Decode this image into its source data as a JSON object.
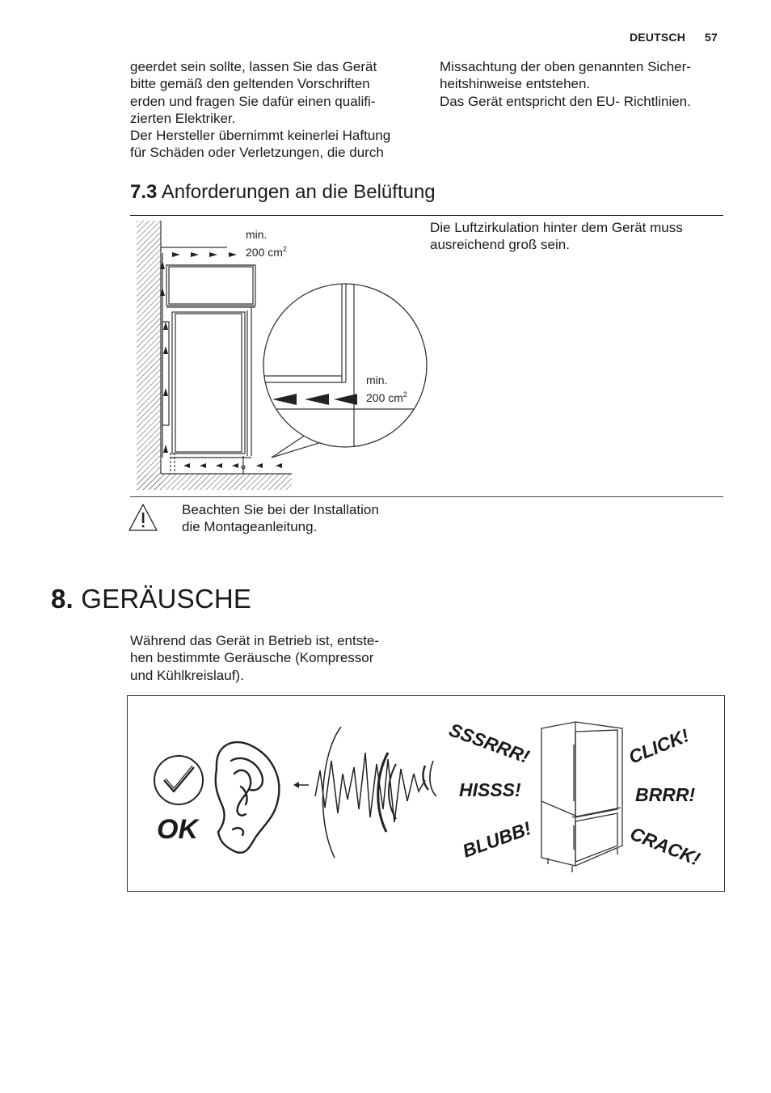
{
  "header": {
    "language": "DEUTSCH",
    "page_number": "57"
  },
  "intro": {
    "left_lines": [
      "geerdet sein sollte, lassen Sie das Gerät",
      "bitte gemäß den geltenden Vorschriften",
      "erden und fragen Sie dafür einen qualifi-",
      "zierten Elektriker.",
      "Der Hersteller übernimmt keinerlei Haftung",
      "für Schäden oder Verletzungen, die durch"
    ],
    "right_lines": [
      "Missachtung der oben genannten Sicher-",
      "heitshinweise entstehen.",
      "Das Gerät entspricht den EU- Richtlinien."
    ]
  },
  "section_7_3": {
    "number": "7.3",
    "title": "Anforderungen an die Belüftung",
    "diagram": {
      "top_label_min": "min.",
      "top_label_area": "200 cm",
      "top_label_sup": "2",
      "zoom_label_min": "min.",
      "zoom_label_area": "200 cm",
      "zoom_label_sup": "2"
    },
    "text_lines": [
      "Die Luftzirkulation hinter dem Gerät muss",
      "ausreichend groß sein."
    ],
    "warning_icon": "warning-triangle-icon",
    "warning_lines": [
      "Beachten Sie bei der Installation",
      "die Montageanleitung."
    ]
  },
  "chapter_8": {
    "number": "8.",
    "title": "GERÄUSCHE",
    "text_lines": [
      "Während das Gerät in Betrieb ist, entste-",
      "hen bestimmte Geräusche (Kompressor",
      "und Kühlkreislauf)."
    ],
    "illustration": {
      "ok_label": "OK",
      "check_icon": "checkmark-circle-icon",
      "ear_icon": "ear-icon",
      "sounds_left": [
        "SSSRRR!",
        "HISSS!",
        "BLUBB!"
      ],
      "sounds_right": [
        "CLICK!",
        "BRRR!",
        "CRACK!"
      ]
    }
  }
}
